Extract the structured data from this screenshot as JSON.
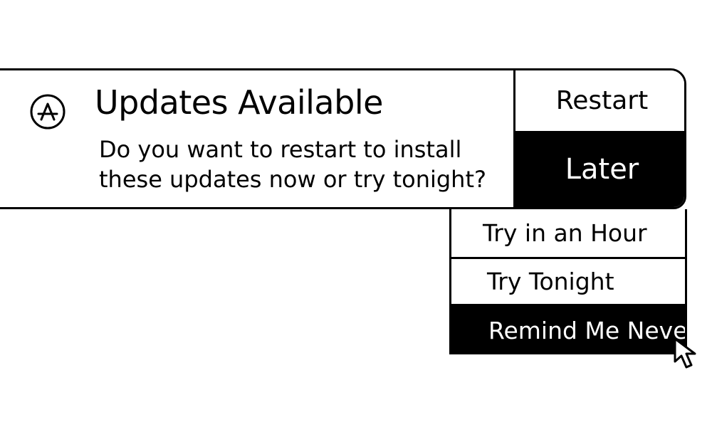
{
  "notification": {
    "app_icon": "app-store-icon",
    "title": "Updates Available",
    "message": "Do you want to restart to install these updates now or try tonight?",
    "restart_label": "Restart",
    "later_label": "Later"
  },
  "later_menu": {
    "items": [
      {
        "label": "Try in an Hour"
      },
      {
        "label": "Try Tonight"
      },
      {
        "label": "Remind Me Never",
        "highlighted": true
      }
    ]
  },
  "cursor": "arrow-cursor-icon",
  "colors": {
    "foreground": "#000000",
    "background": "#ffffff"
  }
}
